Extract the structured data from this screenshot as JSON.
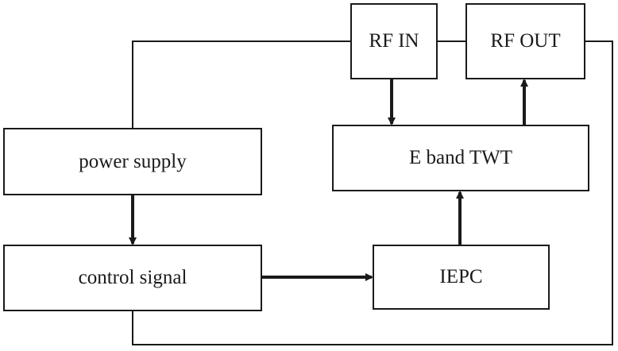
{
  "diagram": {
    "blocks": {
      "rf_in": "RF IN",
      "rf_out": "RF OUT",
      "twt": "E band TWT",
      "power_supply": "power supply",
      "control_signal": "control signal",
      "iepc": "IEPC"
    },
    "connections": [
      {
        "from": "power supply",
        "to": "RF IN",
        "type": "line"
      },
      {
        "from": "RF IN",
        "to": "RF OUT",
        "type": "line"
      },
      {
        "from": "RF OUT",
        "to": "control signal",
        "type": "line"
      },
      {
        "from": "RF IN",
        "to": "E band TWT",
        "type": "arrow"
      },
      {
        "from": "E band TWT",
        "to": "RF OUT",
        "type": "arrow"
      },
      {
        "from": "power supply",
        "to": "control signal",
        "type": "arrow"
      },
      {
        "from": "control signal",
        "to": "IEPC",
        "type": "arrow"
      },
      {
        "from": "IEPC",
        "to": "E band TWT",
        "type": "arrow"
      }
    ],
    "colors": {
      "stroke": "#1a1a1a",
      "background": "#ffffff"
    }
  }
}
